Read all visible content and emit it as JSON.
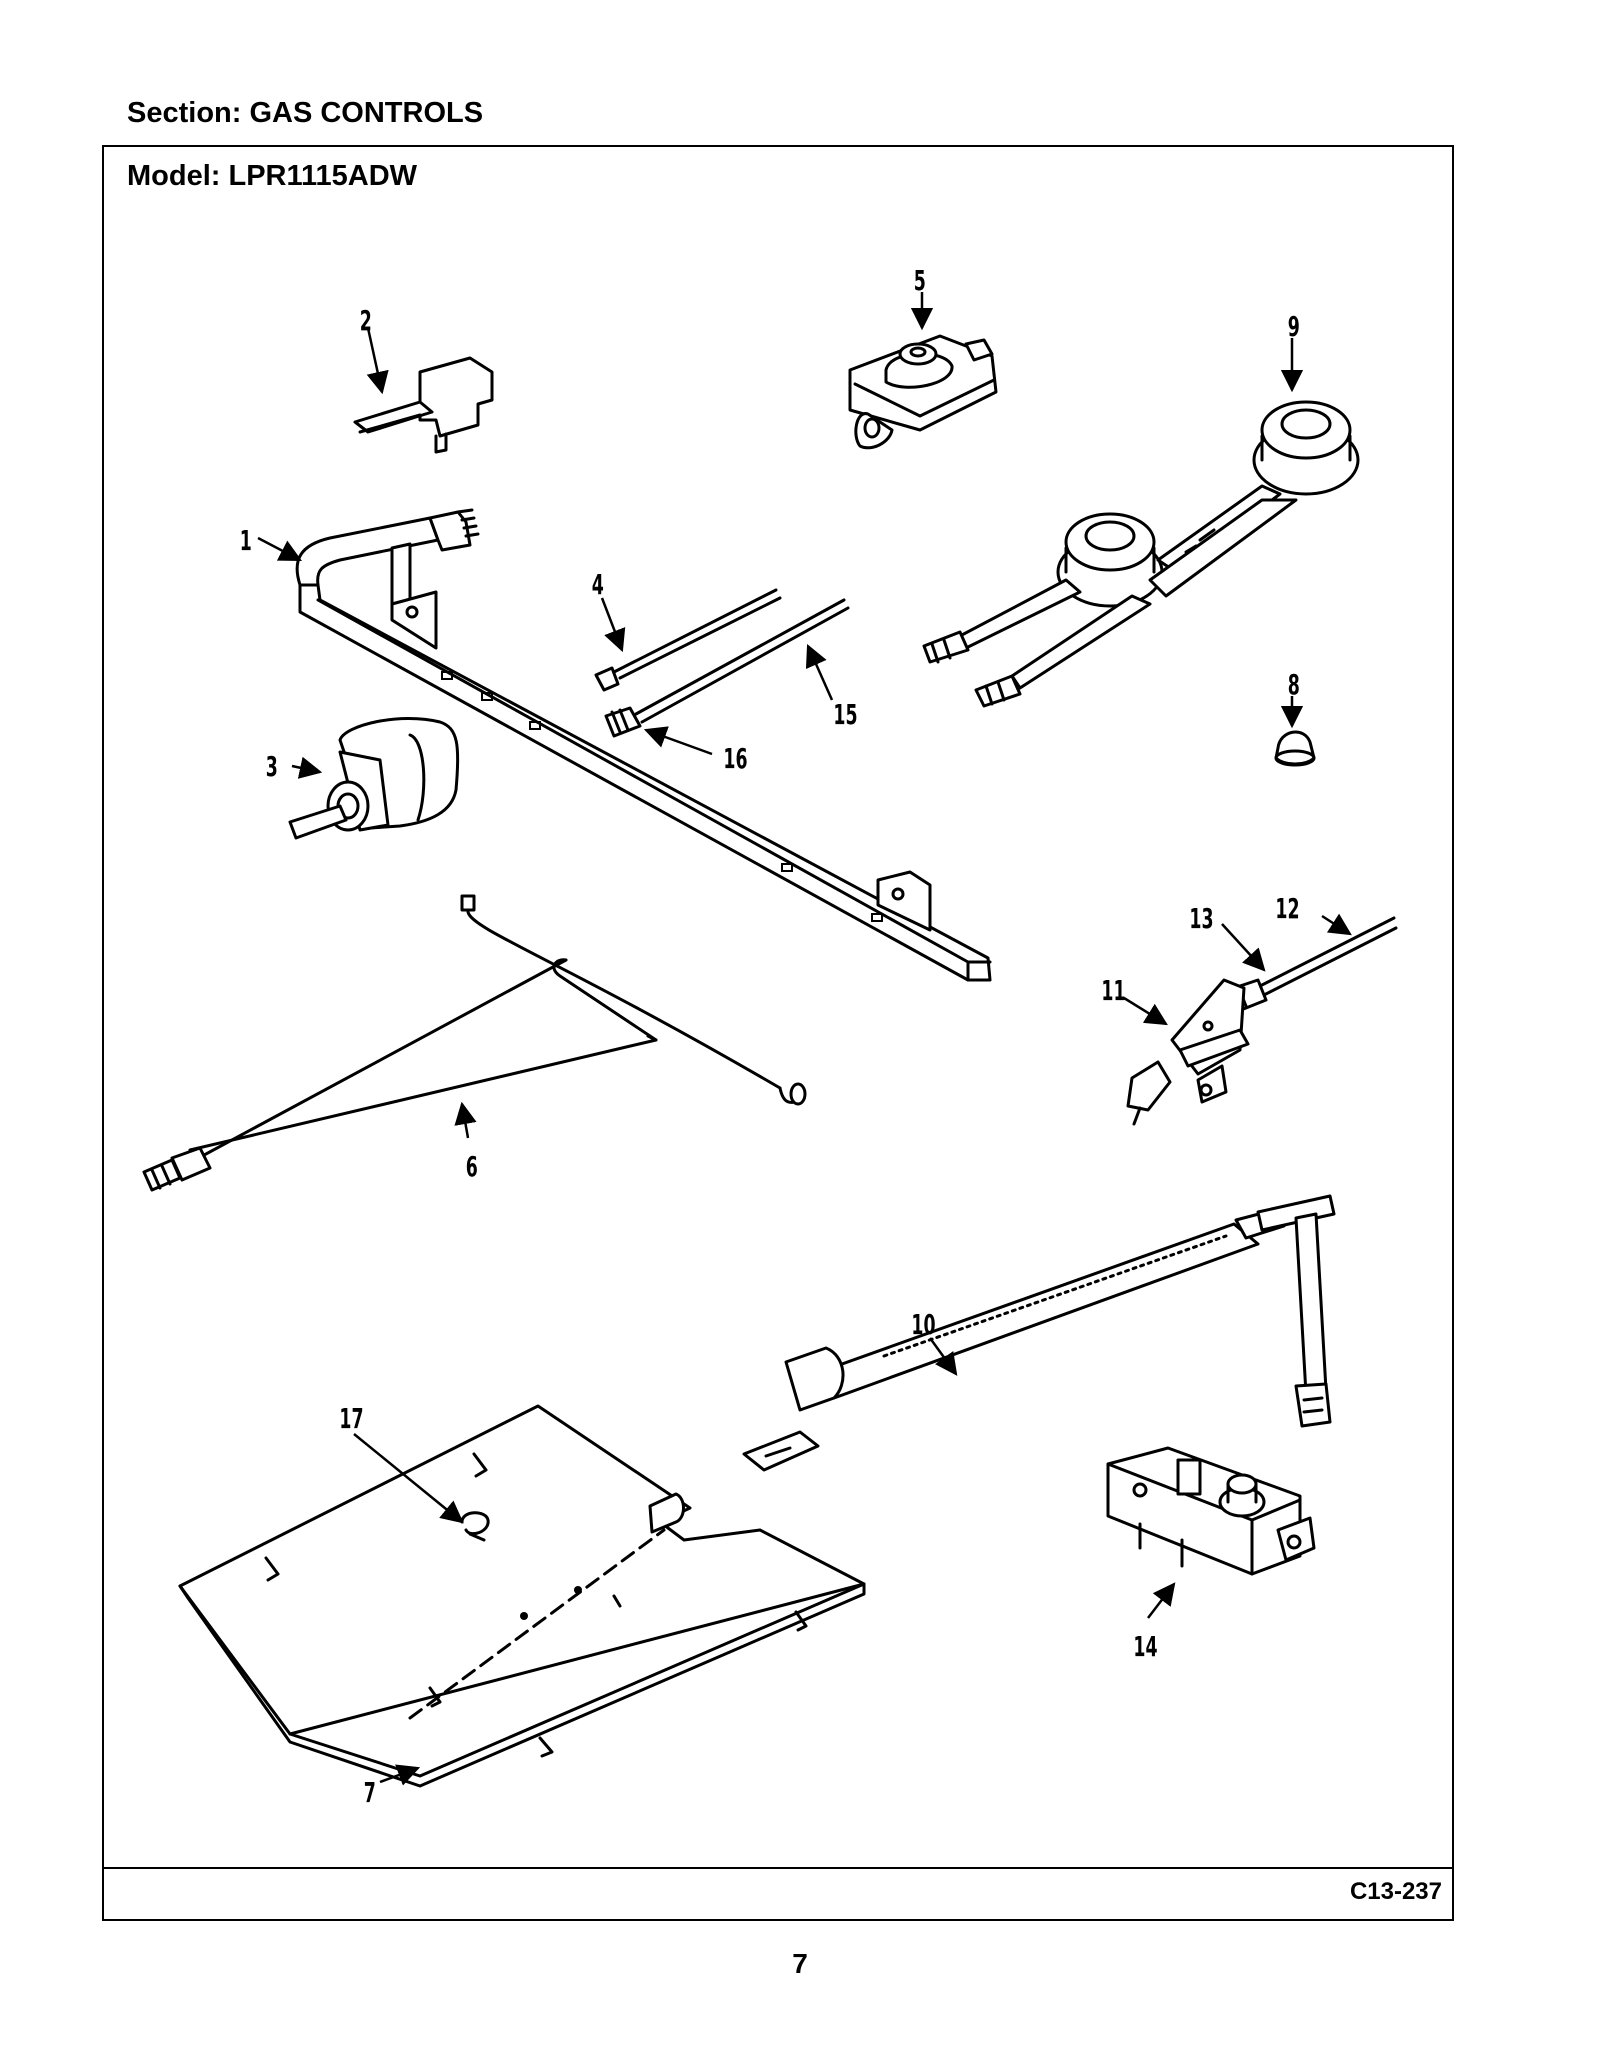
{
  "header": {
    "section_label": "Section:  GAS CONTROLS",
    "model_label": "Model:  LPR1115ADW"
  },
  "footer": {
    "diagram_code": "C13-237",
    "page_number": "7"
  },
  "callouts": [
    "1",
    "2",
    "3",
    "4",
    "5",
    "6",
    "7",
    "8",
    "9",
    "10",
    "11",
    "12",
    "13",
    "14",
    "15",
    "16",
    "17"
  ]
}
